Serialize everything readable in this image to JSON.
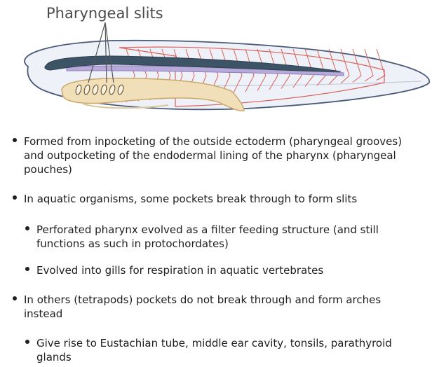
{
  "diagram": {
    "title": "Pharyngeal slits",
    "colors": {
      "body_outline": "#4a5a78",
      "body_fill": "#eef1f7",
      "nerve_cord": "#3d5467",
      "notochord": "#b7a9d8",
      "muscle_lines": "#d9605a",
      "pharynx_fill": "#f0dfb8",
      "pharynx_outline": "#c9a86a",
      "slit_outline": "#6a5a3a"
    },
    "slit_count": 6
  },
  "bullets": [
    {
      "level": 1,
      "text": "Formed from inpocketing of the outside ectoderm (pharyngeal grooves) and outpocketing of the endodermal lining of the pharynx (pharyngeal pouches)"
    },
    {
      "level": 1,
      "text": "In aquatic organisms, some pockets break through to form slits"
    },
    {
      "level": 2,
      "text": "Perforated pharynx evolved as a filter feeding structure (and still functions as such in protochordates)"
    },
    {
      "level": 2,
      "text": "Evolved into gills for respiration in aquatic vertebrates"
    },
    {
      "level": 1,
      "text": "In others (tetrapods) pockets do not break through and form arches instead"
    },
    {
      "level": 2,
      "text": "Give rise to Eustachian tube, middle ear cavity, tonsils, parathyroid glands"
    }
  ]
}
